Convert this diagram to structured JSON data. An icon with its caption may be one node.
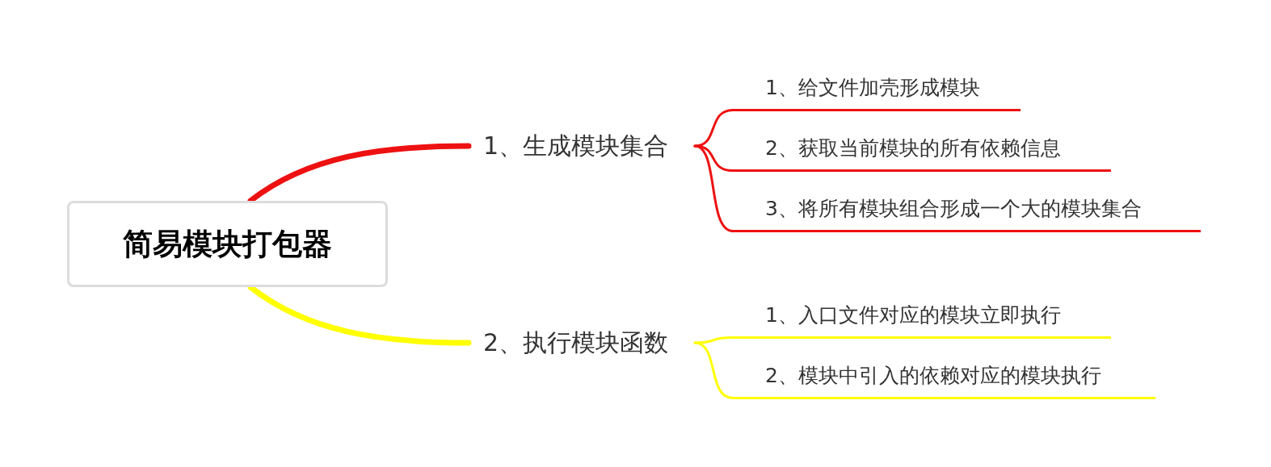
{
  "diagram": {
    "nodes": [
      {
        "text": [
          "简易模块打包器"
        ]
      },
      {
        "text": [
          "1、生成模块集合"
        ]
      },
      {
        "text": [
          "1、给文件加壳形成模块"
        ]
      },
      {
        "text": [
          "2、获取当前模块的所有依赖信息"
        ]
      },
      {
        "text": [
          "3、将所有模块组合形成一个大的模块集合"
        ]
      },
      {
        "text": [
          "2、执行模块函数"
        ]
      },
      {
        "text": [
          "1、入口文件对应的模块立即执行"
        ]
      },
      {
        "text": [
          "2、模块中引入的依赖对应的模块执行"
        ]
      }
    ],
    "edges": [
      {
        "from": 0,
        "to": 1,
        "arrow": "none",
        "style": "thick"
      },
      {
        "from": 1,
        "to": 2,
        "arrow": "none"
      },
      {
        "from": 1,
        "to": 3,
        "arrow": "none"
      },
      {
        "from": 1,
        "to": 4,
        "arrow": "none"
      },
      {
        "from": 0,
        "to": 5,
        "arrow": "none",
        "style": "thick",
        "color": "#ffff00"
      },
      {
        "from": 5,
        "to": 6,
        "arrow": "none",
        "color": "#ffff00"
      },
      {
        "from": 5,
        "to": 7,
        "arrow": "none",
        "color": "#ffff00"
      }
    ]
  }
}
